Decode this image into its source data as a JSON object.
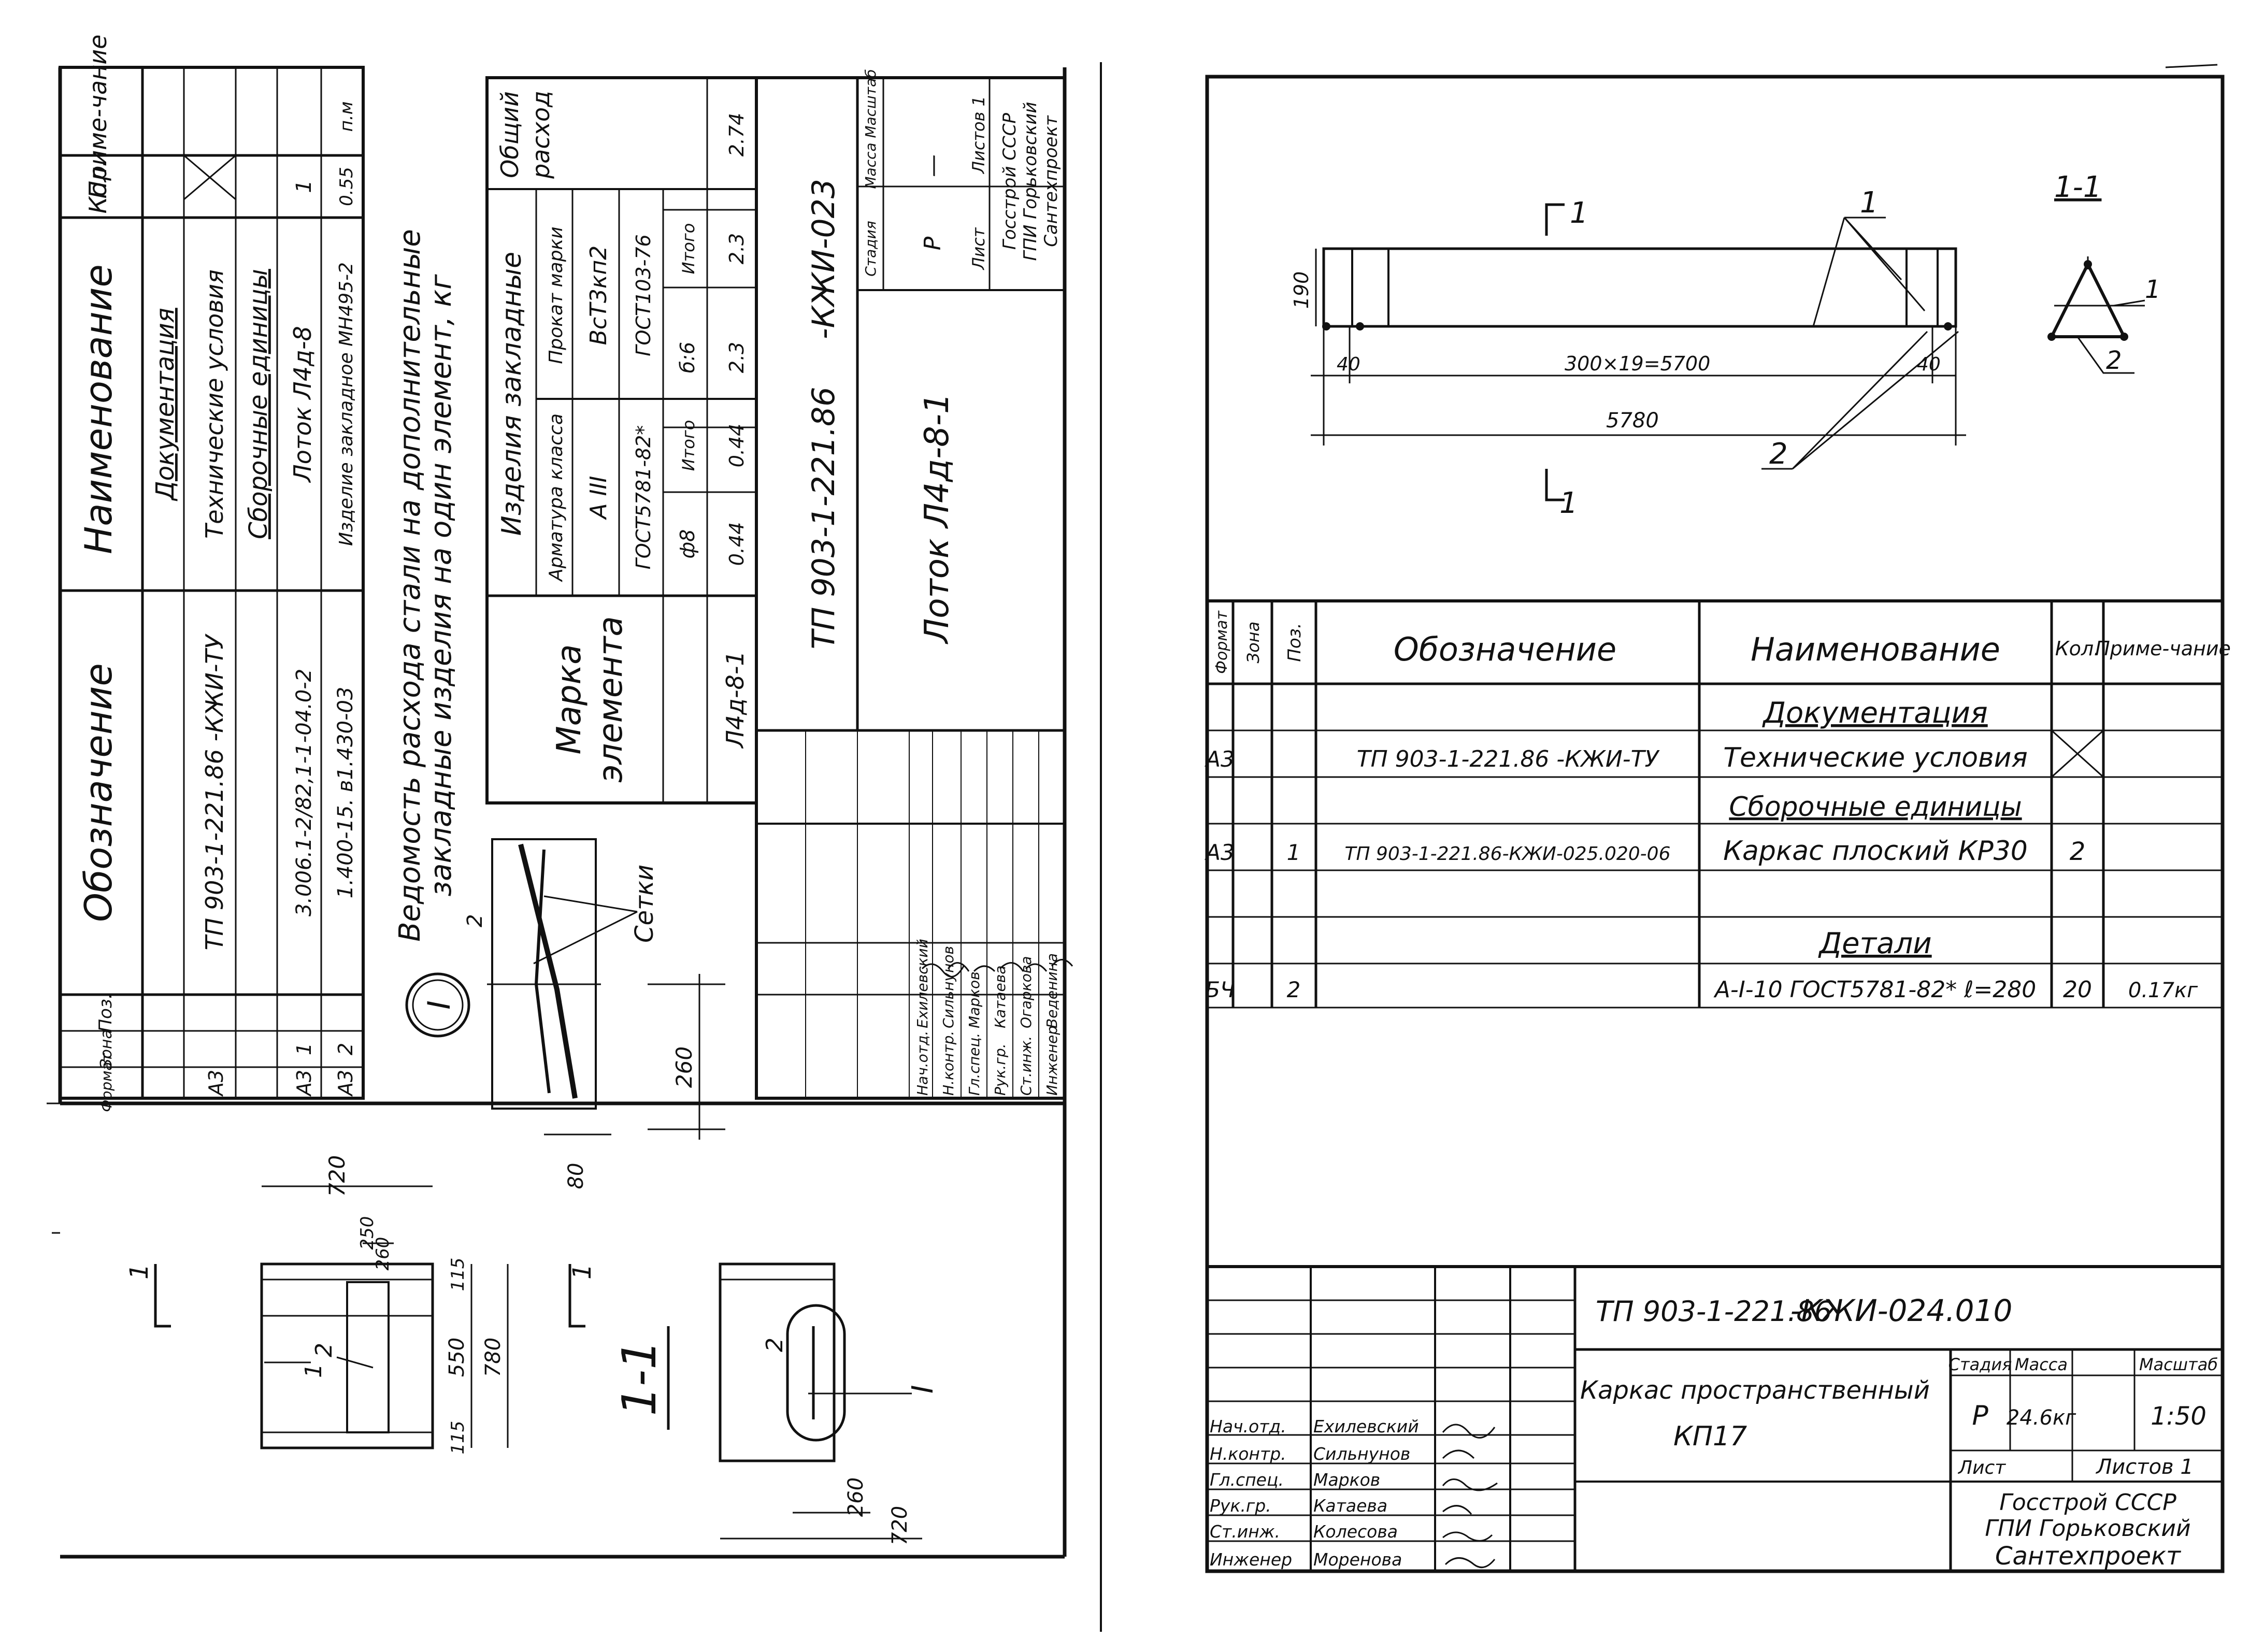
{
  "left_sheet": {
    "spec_table": {
      "headers": [
        "Формат",
        "Зона",
        "Поз.",
        "Обозначение",
        "Наименование",
        "Кол.",
        "Приме-чание"
      ],
      "section_documentation": "Документация",
      "section_assembly": "Сборочные единицы",
      "rows": [
        {
          "format": "А3",
          "pos": "",
          "designation": "ТП 903-1-221.86 -КЖИ-ТУ",
          "name": "Технические условия",
          "qty": "",
          "note": ""
        },
        {
          "format": "А3",
          "pos": "1",
          "designation": "3.006.1-2/82,1-1-04.0-2",
          "name": "Лоток Л4д-8",
          "qty": "1",
          "note": ""
        },
        {
          "format": "А3",
          "pos": "2",
          "designation": "1.400-15. в1.430-03",
          "name": "Изделие закладное МН495-2",
          "qty": "0.55",
          "note": "п.м"
        }
      ]
    },
    "steel_title_1": "Ведомость расхода стали на дополнительные",
    "steel_title_2": "закладные изделия на один элемент, кг",
    "steel_table": {
      "mark_header_1": "Марка",
      "mark_header_2": "элемента",
      "embedded_header": "Изделия закладные",
      "rebar_header": "Арматура класса",
      "rolled_header": "Прокат марки",
      "total_header_1": "Общий",
      "total_header_2": "расход",
      "rebar_class": "А III",
      "rolled_grade": "ВсТ3кп2",
      "rebar_gost": "ГОСТ5781-82*",
      "rolled_gost": "ГОСТ103-76",
      "diam": "ф8",
      "total_label": "Итого",
      "section": "б:6",
      "element_mark": "Л4д-8-1",
      "rebar_value": "0.44",
      "rebar_total": "0.44",
      "rolled_value": "2.3",
      "rolled_total": "2.3",
      "grand_total": "2.74"
    },
    "title_block": {
      "code_1": "ТП 903-1-221.86",
      "code_2": "-КЖИ-023",
      "title": "Лоток Л4д-8-1",
      "stage_header": "Стадия",
      "mass_header": "Масса",
      "scale_header": "Масштаб",
      "stage": "Р",
      "mass": "—",
      "sheet_label": "Лист",
      "sheets_label": "Листов 1",
      "org_1": "Госстрой СССР",
      "org_2": "ГПИ Горьковский",
      "org_3": "Сантехпроект",
      "roles": [
        "Нач.отд.",
        "Н.контр.",
        "Гл.спец.",
        "Рук.гр.",
        "Ст.инж.",
        "Инженер"
      ],
      "names": [
        "Ехилевский",
        "Сильнунов",
        "Марков",
        "Катаева",
        "Огаркова",
        "Веденина"
      ]
    },
    "drawing": {
      "section_label": "1-1",
      "cut_mark": "1",
      "callout_num": "I",
      "mesh_label": "Сетки",
      "pos_1": "1",
      "pos_2": "2",
      "dims": [
        "720",
        "780",
        "550",
        "115",
        "115",
        "260",
        "250",
        "260",
        "720",
        "80",
        "260"
      ]
    }
  },
  "right_sheet": {
    "drawing": {
      "section_label": "1-1",
      "cut_mark": "1",
      "pos_1": "1",
      "pos_2": "2",
      "dim_height": "190",
      "dim_left": "40",
      "dim_right": "40",
      "dim_span": "300×19=5700",
      "dim_total": "5780"
    },
    "spec_table": {
      "headers": [
        "Формат",
        "Зона",
        "Поз.",
        "Обозначение",
        "Наименование",
        "Кол.",
        "Приме-чание"
      ],
      "section_documentation": "Документация",
      "section_assembly": "Сборочные единицы",
      "section_details": "Детали",
      "rows": [
        {
          "format": "А3",
          "zone": "",
          "pos": "",
          "designation": "ТП 903-1-221.86 -КЖИ-ТУ",
          "name": "Технические условия",
          "qty": "",
          "note": ""
        },
        {
          "format": "А3",
          "zone": "",
          "pos": "1",
          "designation": "ТП 903-1-221.86-КЖИ-025.020-06",
          "name": "Каркас плоский КР30",
          "qty": "2",
          "note": ""
        },
        {
          "format": "БЧ",
          "zone": "",
          "pos": "2",
          "designation": "",
          "name": "А-I-10 ГОСТ5781-82* ℓ=280",
          "qty": "20",
          "note": "0.17кг"
        }
      ]
    },
    "title_block": {
      "code_1": "ТП 903-1-221.86",
      "code_2": "-КЖИ-024.010",
      "title_1": "Каркас пространственный",
      "title_2": "КП17",
      "stage_header": "Стадия",
      "mass_header": "Масса",
      "scale_header": "Масштаб",
      "stage": "Р",
      "mass": "24.6кг",
      "scale": "1:50",
      "sheet_label": "Лист",
      "sheets_label": "Листов 1",
      "org_1": "Госстрой СССР",
      "org_2": "ГПИ Горьковский",
      "org_3": "Сантехпроект",
      "roles": [
        "Нач.отд.",
        "Н.контр.",
        "Гл.спец.",
        "Рук.гр.",
        "Ст.инж.",
        "Инженер"
      ],
      "names": [
        "Ехилевский",
        "Сильнунов",
        "Марков",
        "Катаева",
        "Колесова",
        "Моренова"
      ]
    }
  }
}
